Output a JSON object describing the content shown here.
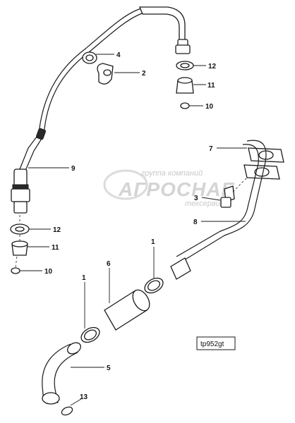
{
  "diagram": {
    "image_code": "tp952gt",
    "watermark": {
      "line1": "группа компаний",
      "line2": "АГРОСНАБ",
      "line3": "техсервис"
    },
    "callouts": [
      {
        "id": "4",
        "label": "4"
      },
      {
        "id": "2",
        "label": "2"
      },
      {
        "id": "12a",
        "label": "12"
      },
      {
        "id": "11a",
        "label": "11"
      },
      {
        "id": "10a",
        "label": "10"
      },
      {
        "id": "9",
        "label": "9"
      },
      {
        "id": "7",
        "label": "7"
      },
      {
        "id": "3",
        "label": "3"
      },
      {
        "id": "8",
        "label": "8"
      },
      {
        "id": "12b",
        "label": "12"
      },
      {
        "id": "11b",
        "label": "11"
      },
      {
        "id": "10b",
        "label": "10"
      },
      {
        "id": "1a",
        "label": "1"
      },
      {
        "id": "6",
        "label": "6"
      },
      {
        "id": "1b",
        "label": "1"
      },
      {
        "id": "5",
        "label": "5"
      },
      {
        "id": "13",
        "label": "13"
      }
    ]
  }
}
